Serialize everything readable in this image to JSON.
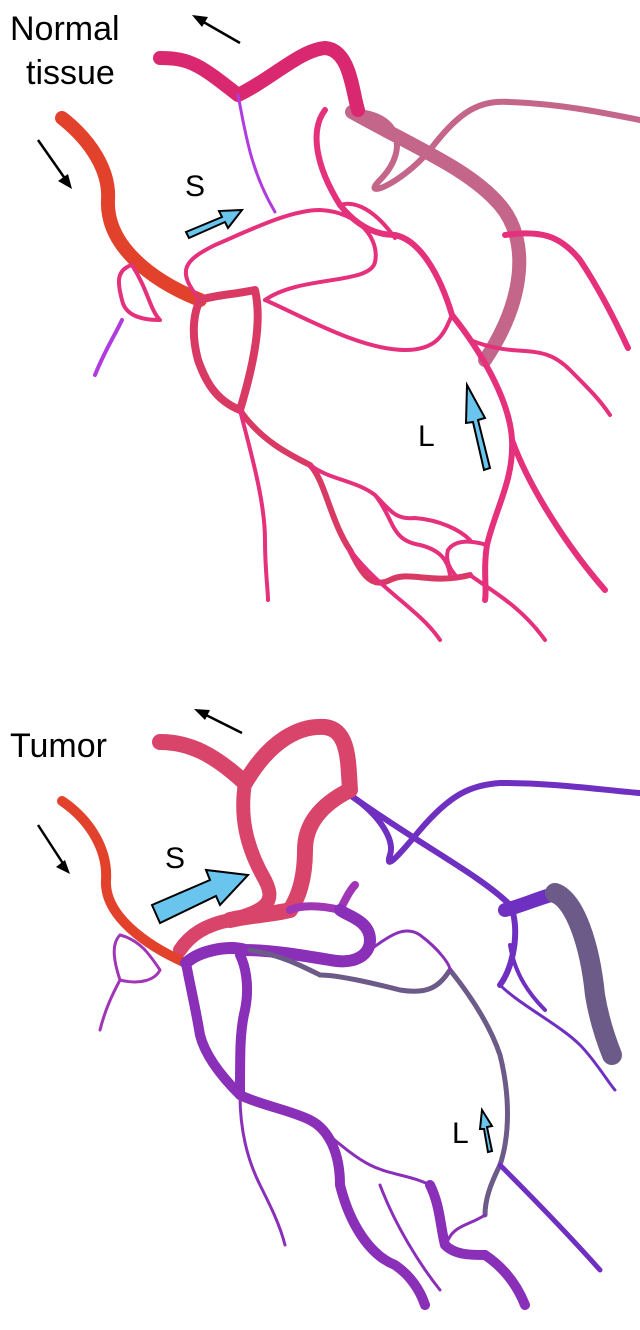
{
  "panels": {
    "normal": {
      "title_line1": "Normal",
      "title_line2": "tissue",
      "short_path_label": "S",
      "long_path_label": "L"
    },
    "tumor": {
      "title": "Tumor",
      "short_path_label": "S",
      "long_path_label": "L"
    }
  },
  "colors": {
    "arterial_inflow": "#e2412b",
    "normal_vessel": "#e5307c",
    "normal_vessel_mid": "#d83a63",
    "normal_outflow": "#d9286f",
    "normal_drain": "#c4658a",
    "normal_capillary": "#b03ce0",
    "tumor_vessel": "#8a2fb8",
    "tumor_drain": "#6f2fc0",
    "tumor_slow": "#6c5b88",
    "tumor_shunt": "#d9456a",
    "flow_arrow": "#69c4ee",
    "direction_arrow": "#000000"
  }
}
